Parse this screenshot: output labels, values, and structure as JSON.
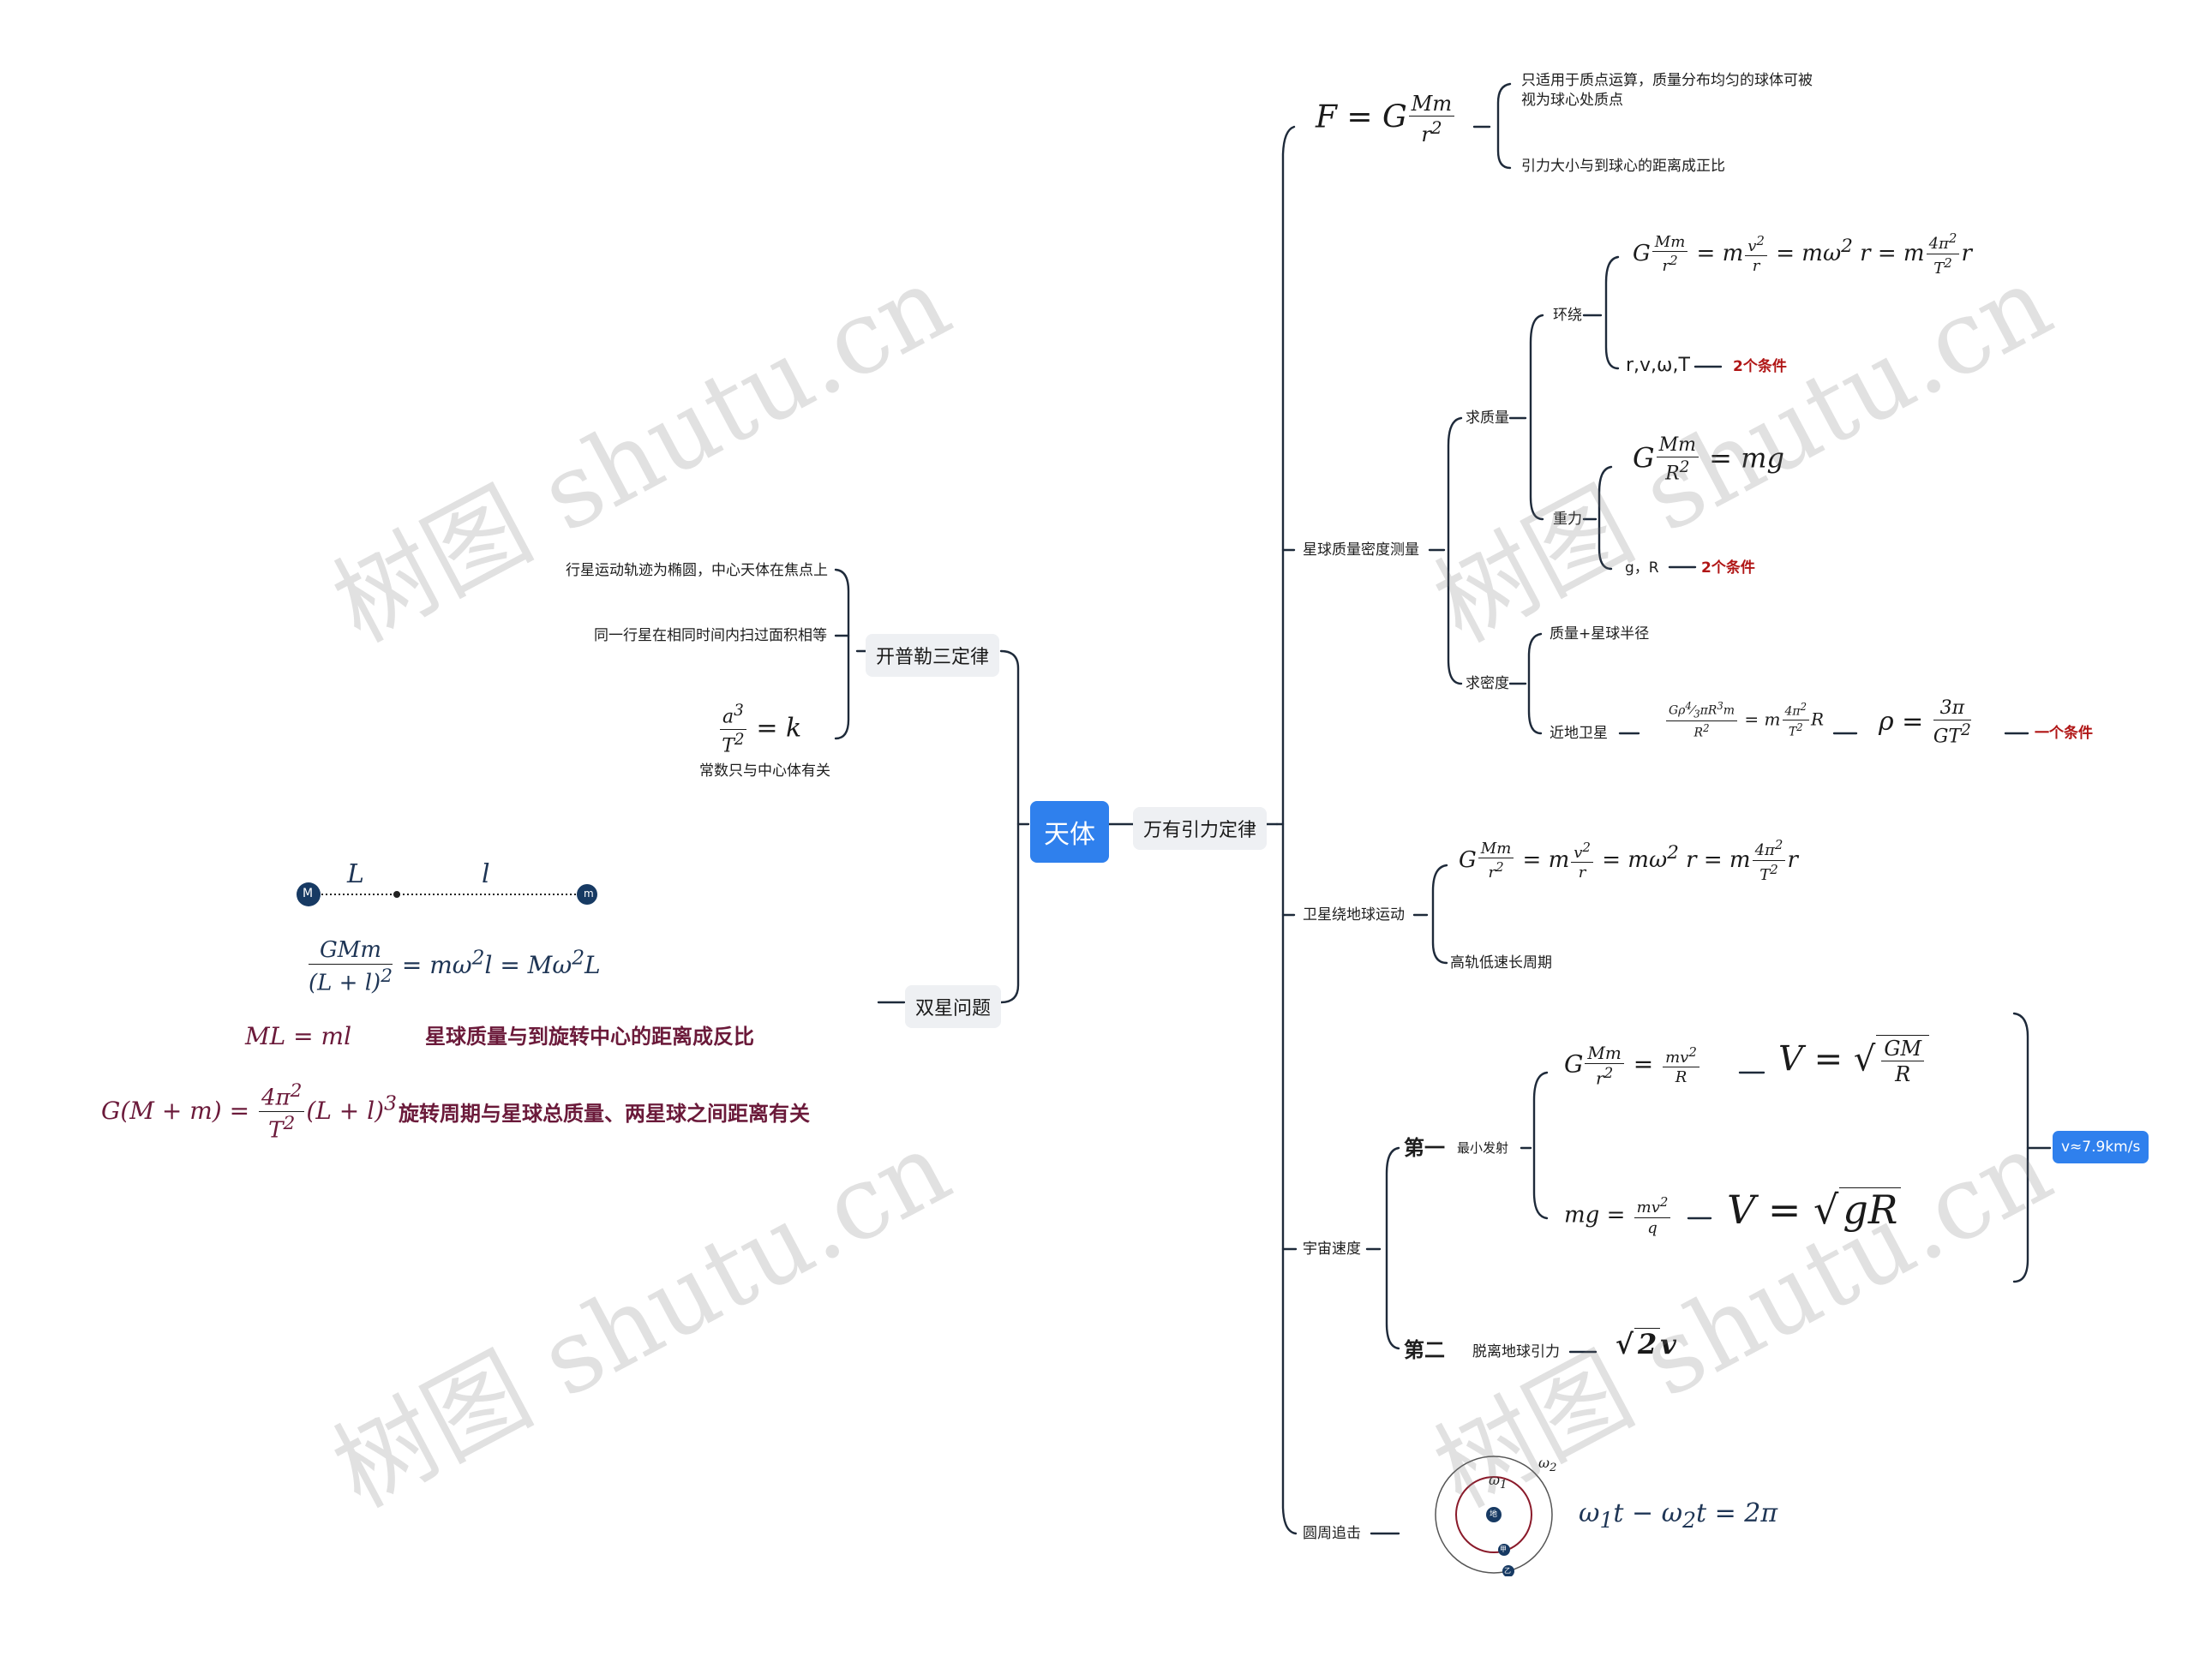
{
  "root": "天体",
  "branches": {
    "gravitation": "万有引力定律",
    "kepler": "开普勒三定律",
    "binary": "双星问题"
  },
  "gravitation_items": {
    "formula_note_1": "只适用于质点运算，质量分布均匀的球体可被",
    "formula_note_1b": "视为球心处质点",
    "formula_note_2": "引力大小与到球心的距离成正比",
    "density_measure": "星球质量密度测量",
    "find_mass": "求质量",
    "orbit": "环绕",
    "orbit_vars": "r,v,ω,T",
    "two_conditions": "2个条件",
    "gravity": "重力",
    "g_r": "g，R",
    "find_density": "求密度",
    "mass_radius": "质量+星球半径",
    "near_satellite": "近地卫星",
    "one_condition": "一个条件",
    "satellite_motion": "卫星绕地球运动",
    "high_orbit": "高轨低速长周期",
    "cosmic_speed": "宇宙速度",
    "first": "第一",
    "min_launch": "最小发射",
    "speed_badge": "v≈7.9km/s",
    "second": "第二",
    "escape": "脱离地球引力",
    "pursuit": "圆周追击"
  },
  "kepler_items": {
    "law1": "行星运动轨迹为椭圆，中心天体在焦点上",
    "law2": "同一行星在相同时间内扫过面积相等",
    "const_note": "常数只与中心体有关"
  },
  "binary_items": {
    "big_mass": "M",
    "small_mass": "m",
    "dist_L": "L",
    "dist_l": "l",
    "note1": "星球质量与到旋转中心的距离成反比",
    "note2": "旋转周期与星球总质量、两星球之间距离有关"
  },
  "pursuit_diagram": {
    "omega1": "ω1",
    "omega2": "ω2",
    "center": "地",
    "inner": "甲",
    "outer": "乙"
  },
  "watermark": "树图 shutu.cn",
  "colors": {
    "accent": "#2f80ed",
    "line": "#1e2a3a",
    "condition": "#b01515",
    "binary_text": "#6b1a3a",
    "planet": "#173a63"
  }
}
